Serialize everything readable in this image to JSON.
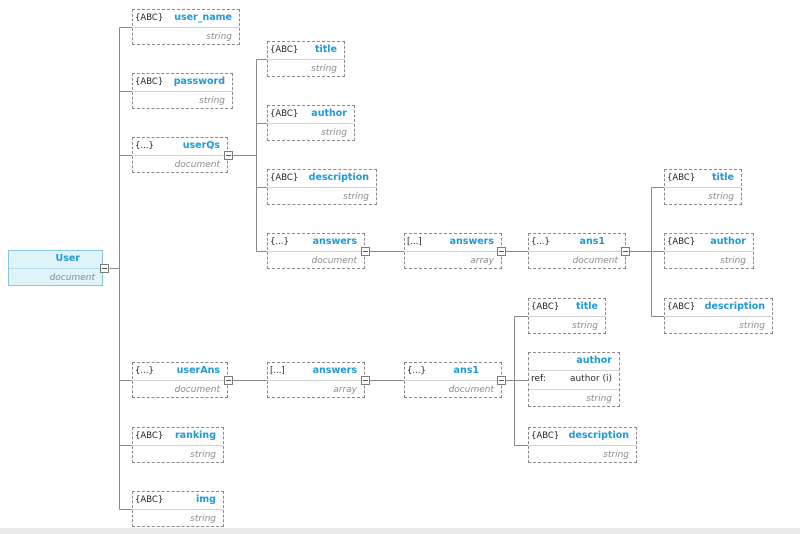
{
  "colors": {
    "name_text": "#1e9ad6",
    "root_fill": "#dff3f9",
    "root_border": "#86c9dc",
    "line": "#8a8a8a"
  },
  "nodes": {
    "root": {
      "name": "User",
      "type": "document"
    },
    "user_name": {
      "tag": "{ABC}",
      "name": "user_name",
      "type": "string"
    },
    "password": {
      "tag": "{ABC}",
      "name": "password",
      "type": "string"
    },
    "userqs": {
      "tag": "{...}",
      "name": "userQs",
      "type": "document"
    },
    "q_title": {
      "tag": "{ABC}",
      "name": "title",
      "type": "string"
    },
    "q_author": {
      "tag": "{ABC}",
      "name": "author",
      "type": "string"
    },
    "q_description": {
      "tag": "{ABC}",
      "name": "description",
      "type": "string"
    },
    "q_answers": {
      "tag": "{...}",
      "name": "answers",
      "type": "document"
    },
    "q_answers_array": {
      "tag": "[...]",
      "name": "answers",
      "type": "array"
    },
    "q_ans1": {
      "tag": "{...}",
      "name": "ans1",
      "type": "document"
    },
    "q_ans1_title": {
      "tag": "{ABC}",
      "name": "title",
      "type": "string"
    },
    "q_ans1_author": {
      "tag": "{ABC}",
      "name": "author",
      "type": "string"
    },
    "q_ans1_description": {
      "tag": "{ABC}",
      "name": "description",
      "type": "string"
    },
    "userans": {
      "tag": "{...}",
      "name": "userAns",
      "type": "document"
    },
    "a_answers": {
      "tag": "[...]",
      "name": "answers",
      "type": "array"
    },
    "a_ans1": {
      "tag": "{...}",
      "name": "ans1",
      "type": "document"
    },
    "a_ans1_title": {
      "tag": "{ABC}",
      "name": "title",
      "type": "string"
    },
    "a_ans1_author": {
      "name": "author",
      "ref_label": "ref:",
      "ref_value": "author (i)",
      "type": "string"
    },
    "a_ans1_description": {
      "tag": "{ABC}",
      "name": "description",
      "type": "string"
    },
    "ranking": {
      "tag": "{ABC}",
      "name": "ranking",
      "type": "string"
    },
    "img": {
      "tag": "{ABC}",
      "name": "img",
      "type": "string"
    }
  }
}
